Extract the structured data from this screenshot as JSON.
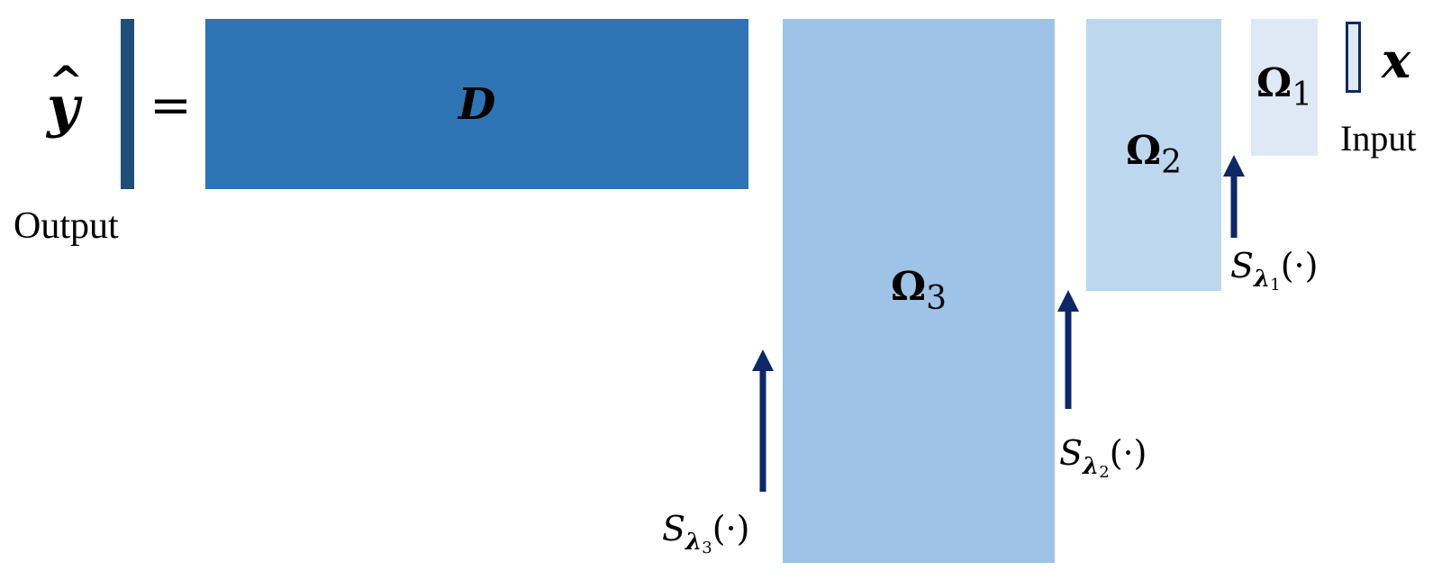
{
  "colors": {
    "output_vector": "#1e4f79",
    "D": "#2f74b5",
    "omega3": "#9ec3e6",
    "omega2": "#bdd7ee",
    "omega1": "#dfe9f5",
    "arrow": "#0d2866"
  },
  "output": {
    "symbol": "y",
    "hat": "^",
    "label": "Output"
  },
  "equals": "=",
  "matrices": {
    "D": "D",
    "omega3": {
      "symbol": "Ω",
      "sub": "3"
    },
    "omega2": {
      "symbol": "Ω",
      "sub": "2"
    },
    "omega1": {
      "symbol": "Ω",
      "sub": "1"
    }
  },
  "input": {
    "symbol": "x",
    "label": "Input"
  },
  "operators": [
    {
      "S": "S",
      "lambda": "λ",
      "sub": "1",
      "arg": "(·)"
    },
    {
      "S": "S",
      "lambda": "λ",
      "sub": "2",
      "arg": "(·)"
    },
    {
      "S": "S",
      "lambda": "λ",
      "sub": "3",
      "arg": "(·)"
    }
  ]
}
